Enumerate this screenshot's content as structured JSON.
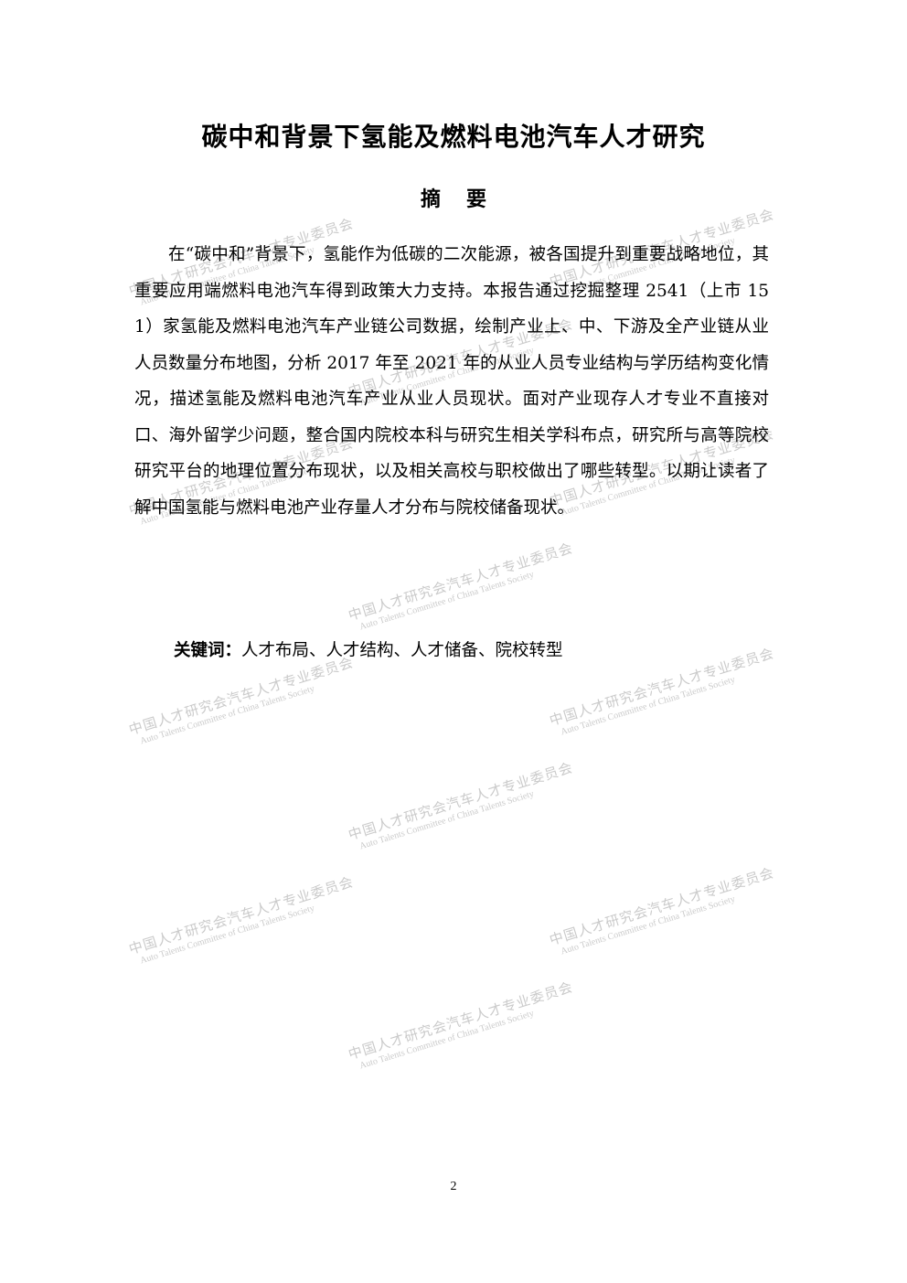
{
  "document": {
    "title": "碳中和背景下氢能及燃料电池汽车人才研究",
    "abstract_heading": "摘要",
    "abstract_body": "在“碳中和”背景下，氢能作为低碳的二次能源，被各国提升到重要战略地位，其重要应用端燃料电池汽车得到政策大力支持。本报告通过挖掘整理 2541（上市 151）家氢能及燃料电池汽车产业链公司数据，绘制产业上、中、下游及全产业链从业人员数量分布地图，分析 2017 年至 2021 年的从业人员专业结构与学历结构变化情况，描述氢能及燃料电池汽车产业从业人员现状。面对产业现存人才专业不直接对口、海外留学少问题，整合国内院校本科与研究生相关学科布点，研究所与高等院校研究平台的地理位置分布现状，以及相关高校与职校做出了哪些转型。以期让读者了解中国氢能与燃料电池产业存量人才分布与院校储备现状。",
    "keywords_label": "关键词：",
    "keywords_value": "人才布局、人才结构、人才储备、院校转型",
    "page_number": "2"
  },
  "watermark": {
    "cn": "中国人才研究会汽车人才专业委员会",
    "en": "Auto Talents Committee of China Talents Society",
    "color": "#b9b9b9"
  }
}
